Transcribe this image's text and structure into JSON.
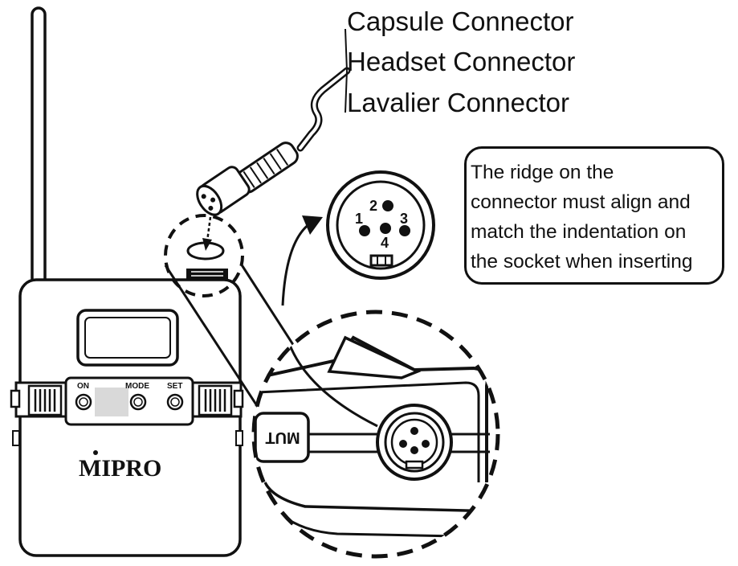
{
  "connector_labels": {
    "capsule": "Capsule Connector",
    "headset": "Headset Connector",
    "lavalier": "Lavalier Connector"
  },
  "callout": {
    "line1": "The ridge on the",
    "line2": "connector must align and",
    "line3": "match the indentation on",
    "line4": "the socket when inserting"
  },
  "pins": [
    "1",
    "2",
    "3",
    "4"
  ],
  "transmitter": {
    "brand": "MIPRO",
    "buttons": {
      "on": "ON",
      "mode": "MODE",
      "set": "SET"
    }
  },
  "zoom": {
    "mute_label": "MUT"
  }
}
